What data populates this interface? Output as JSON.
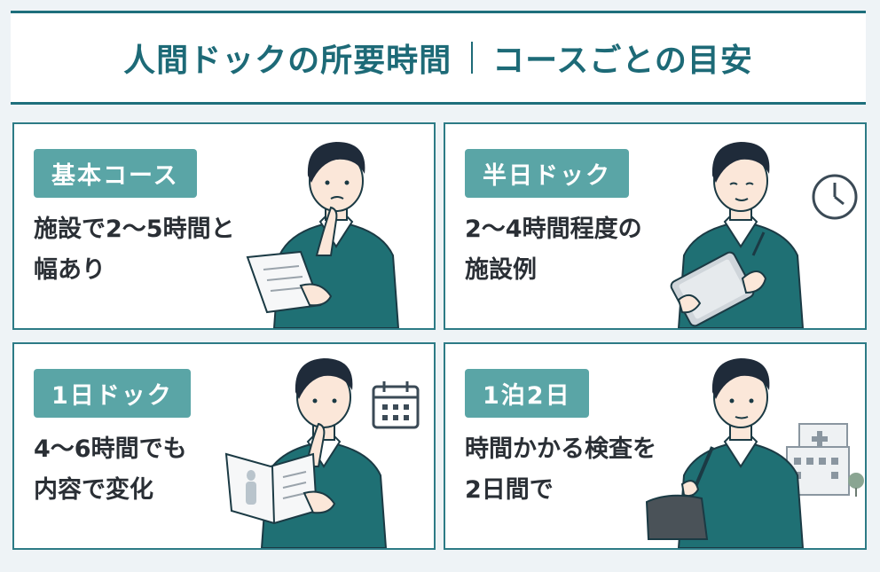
{
  "header": {
    "title_main": "人間ドックの所要時間",
    "title_sub": "コースごとの目安"
  },
  "cards": [
    {
      "badge": "基本コース",
      "line1": "施設で2〜5時間と",
      "line2": "幅あり",
      "prop_icon": "document-icon"
    },
    {
      "badge": "半日ドック",
      "line1": "2〜4時間程度の",
      "line2": "施設例",
      "prop_icon": "clock-icon"
    },
    {
      "badge": "1日ドック",
      "line1": "4〜6時間でも",
      "line2": "内容で変化",
      "prop_icon": "calendar-icon"
    },
    {
      "badge": "1泊2日",
      "line1": "時間かかる検査を",
      "line2": "2日間で",
      "prop_icon": "hospital-icon"
    }
  ],
  "colors": {
    "accent": "#1d6a77",
    "badge": "#5aa5a6",
    "sweater": "#1f7074",
    "hair": "#1f2b3a"
  }
}
